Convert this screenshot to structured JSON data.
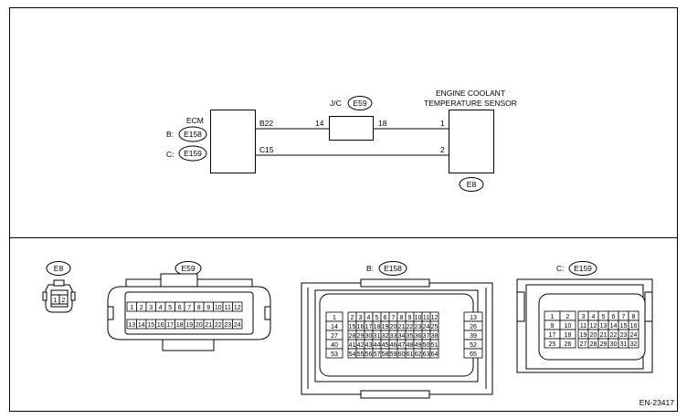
{
  "wiring": {
    "ecm": {
      "label": "ECM",
      "conn_b_prefix": "B:",
      "conn_b": "E158",
      "conn_c_prefix": "C:",
      "conn_c": "E159"
    },
    "jc": {
      "label": "J/C",
      "conn": "E59",
      "pin_left": "14",
      "pin_right": "18"
    },
    "sensor": {
      "line1": "ENGINE COOLANT",
      "line2": "TEMPERATURE SENSOR",
      "conn": "E8",
      "pin1": "1",
      "pin2": "2"
    },
    "wire_b22": "B22",
    "wire_c15": "C15"
  },
  "connectors": {
    "e8": {
      "label": "E8",
      "pins": [
        "1",
        "2"
      ]
    },
    "e59": {
      "label": "E59",
      "row1": [
        "1",
        "2",
        "3",
        "4",
        "5",
        "6",
        "7",
        "8",
        "9",
        "10",
        "11",
        "12"
      ],
      "row2": [
        "13",
        "14",
        "15",
        "16",
        "17",
        "18",
        "19",
        "20",
        "21",
        "22",
        "23",
        "24"
      ]
    },
    "e158": {
      "prefix": "B:",
      "label": "E158",
      "left": [
        "1",
        "14",
        "27",
        "40",
        "53"
      ],
      "right": [
        "13",
        "26",
        "39",
        "52",
        "65"
      ],
      "rows": [
        [
          "2",
          "3",
          "4",
          "5",
          "6",
          "7",
          "8",
          "9",
          "10",
          "11",
          "12"
        ],
        [
          "15",
          "16",
          "17",
          "18",
          "19",
          "20",
          "21",
          "22",
          "23",
          "24",
          "25"
        ],
        [
          "28",
          "29",
          "30",
          "31",
          "32",
          "33",
          "34",
          "35",
          "36",
          "37",
          "38"
        ],
        [
          "41",
          "42",
          "43",
          "44",
          "45",
          "46",
          "47",
          "48",
          "49",
          "50",
          "51"
        ],
        [
          "54",
          "55",
          "56",
          "57",
          "58",
          "59",
          "60",
          "61",
          "62",
          "63",
          "64"
        ]
      ]
    },
    "e159": {
      "prefix": "C:",
      "label": "E159",
      "left": [
        [
          "1",
          "2"
        ],
        [
          "9",
          "10"
        ],
        [
          "17",
          "18"
        ],
        [
          "25",
          "26"
        ]
      ],
      "rows": [
        [
          "3",
          "4",
          "5",
          "6",
          "7",
          "8"
        ],
        [
          "11",
          "12",
          "13",
          "14",
          "15",
          "16"
        ],
        [
          "19",
          "20",
          "21",
          "22",
          "23",
          "24"
        ],
        [
          "27",
          "28",
          "29",
          "30",
          "31",
          "32"
        ]
      ]
    }
  },
  "footer": {
    "code": "EN-23417"
  }
}
